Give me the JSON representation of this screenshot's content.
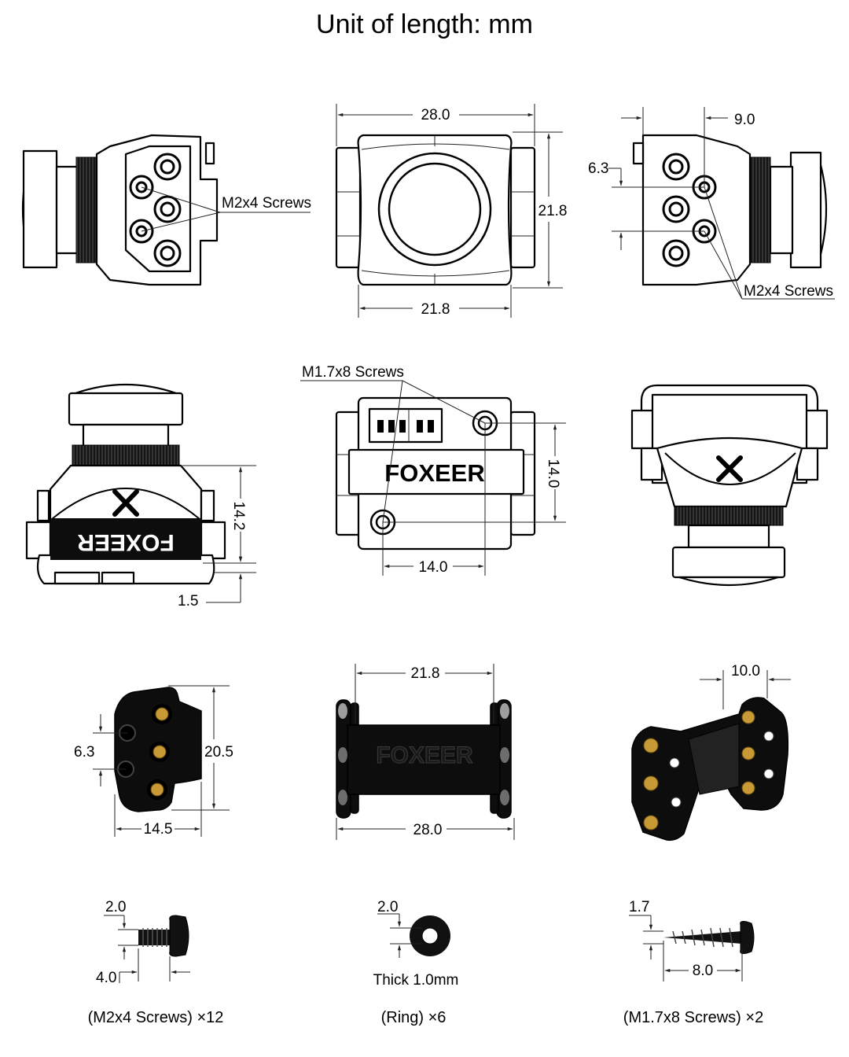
{
  "title": "Unit of length: mm",
  "labels": {
    "m2x4_screws": "M2x4 Screws",
    "m17x8_screws": "M1.7x8 Screws",
    "brand": "FOXEER",
    "thick": "Thick 1.0mm"
  },
  "dimensions": {
    "front_width": "28.0",
    "front_height": "21.8",
    "front_bottom": "21.8",
    "side_offset": "9.0",
    "side_hole": "6.3",
    "bottom_height": "14.2",
    "bottom_gap": "1.5",
    "back_height": "14.0",
    "back_width": "14.0",
    "bracket_hole": "6.3",
    "bracket_height": "20.5",
    "bracket_width": "14.5",
    "mount_top": "21.8",
    "mount_bottom": "28.0",
    "bracket_3d": "10.0",
    "screw_head": "2.0",
    "screw_len": "4.0",
    "ring_dia": "2.0",
    "long_screw_head": "1.7",
    "long_screw_len": "8.0"
  },
  "captions": {
    "screws": "(M2x4 Screws) ×12",
    "ring": "(Ring) ×6",
    "long_screws": "(M1.7x8 Screws) ×2"
  }
}
